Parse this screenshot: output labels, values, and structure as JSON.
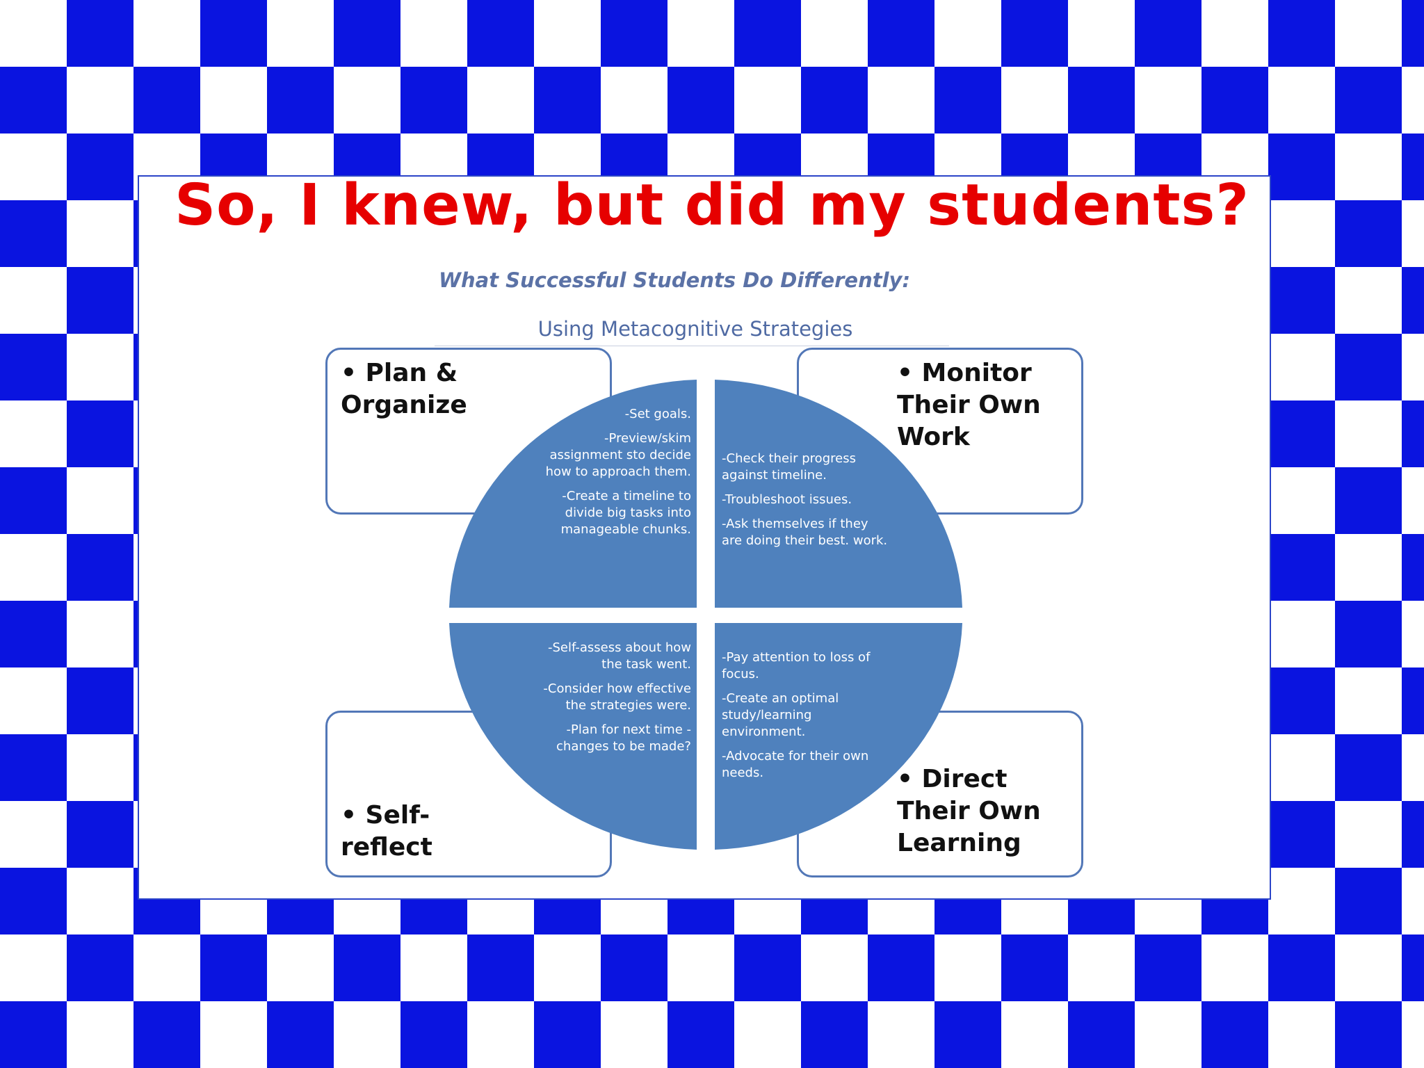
{
  "title": "So, I knew, but did my students?",
  "diagram": {
    "heading": "What Successful Students Do Differently:",
    "subheading": "Using Metacognitive Strategies",
    "boxes": {
      "plan": "• Plan & Organize",
      "monitor": "• Monitor Their Own Work",
      "reflect": "• Self-reflect",
      "direct": "• Direct Their Own Learning"
    },
    "quadrants": {
      "plan": [
        "-Set goals.",
        "-Preview/skim assignment sto decide how to approach them.",
        "-Create a timeline to divide big tasks into manageable chunks."
      ],
      "monitor": [
        "-Check their progress against timeline.",
        "-Troubleshoot issues.",
        "-Ask themselves if they are doing their best. work."
      ],
      "reflect": [
        "-Self-assess about how the task went.",
        "-Consider how effective the strategies were.",
        "-Plan for next time - changes to be made?"
      ],
      "direct": [
        "-Pay attention to loss of focus.",
        "-Create an optimal study/learning environment.",
        "-Advocate for their own needs."
      ]
    },
    "colors": {
      "circle_fill": "#4f81bd",
      "box_border": "#5277b7",
      "title": "#e60000",
      "checker_blue": "#0a14e0"
    }
  }
}
